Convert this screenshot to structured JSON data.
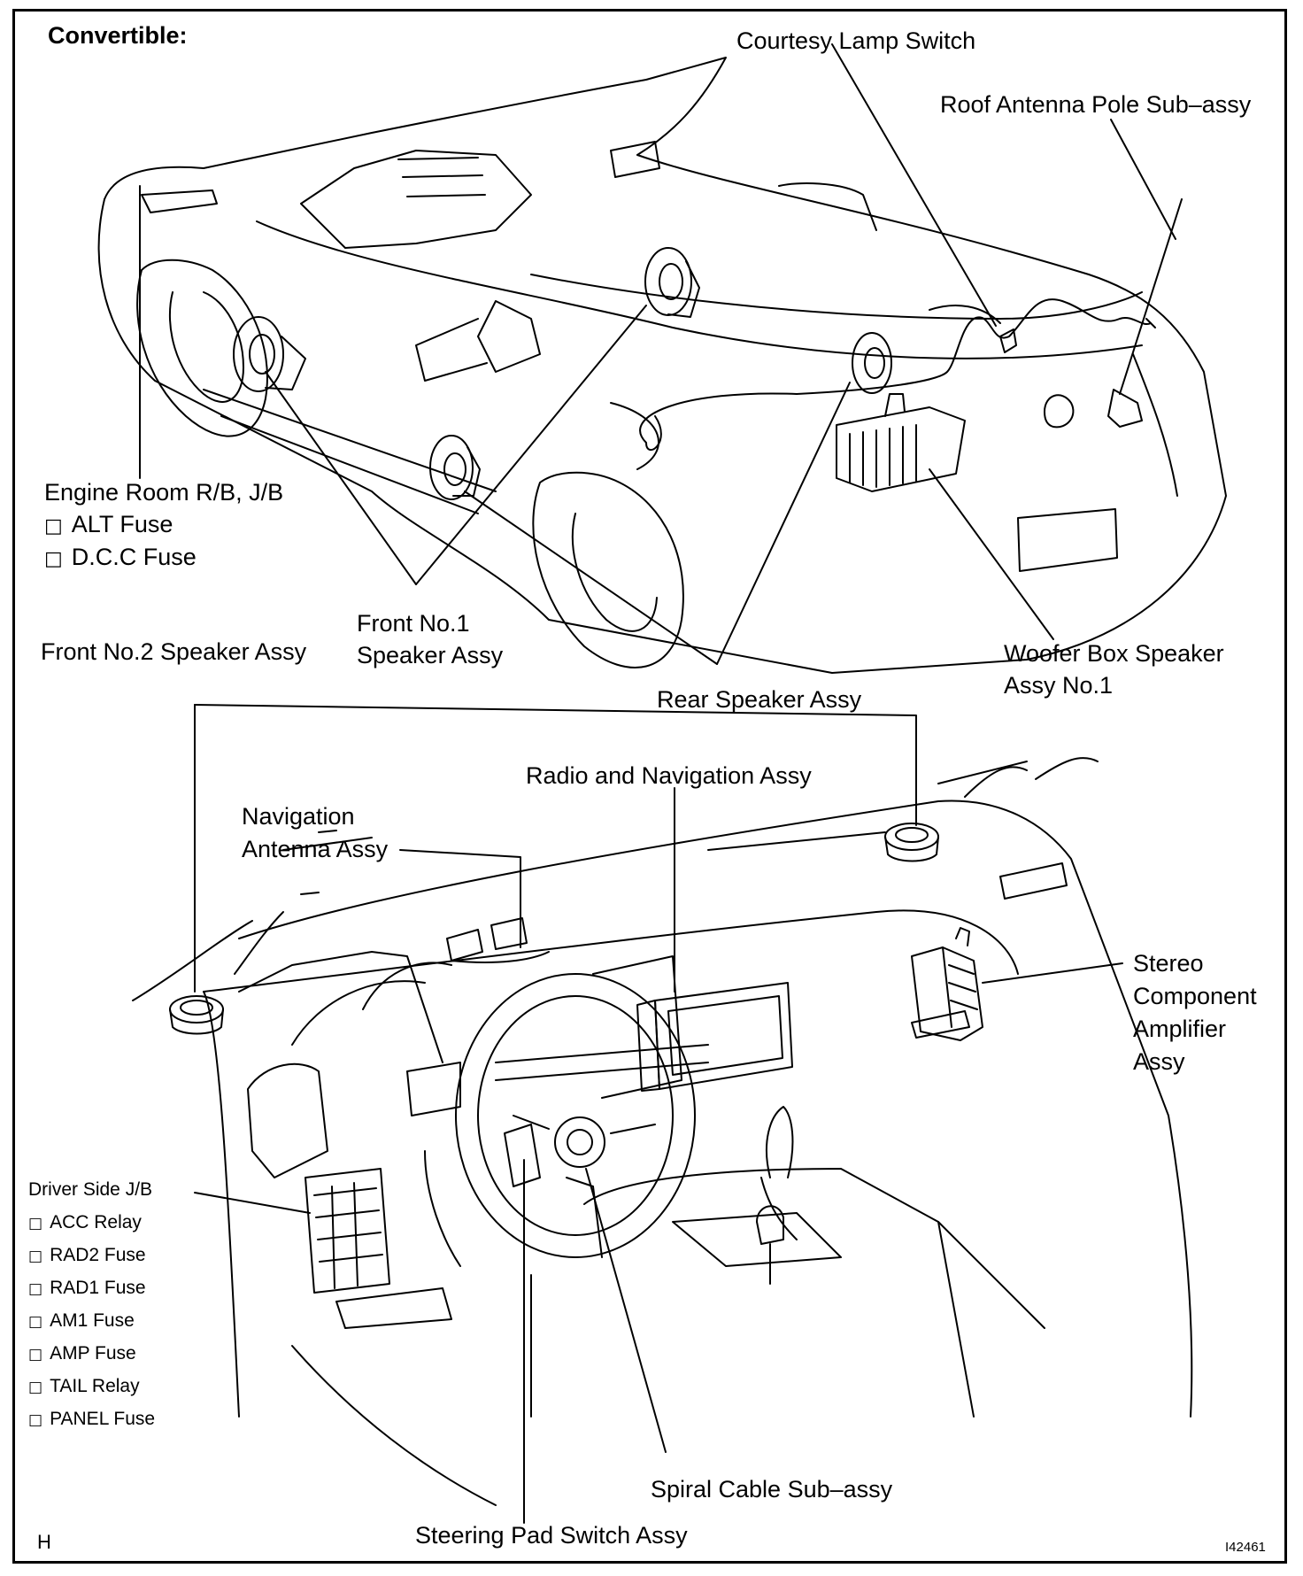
{
  "header": {
    "title": "Convertible:"
  },
  "top_labels": {
    "courtesy_lamp": "Courtesy Lamp Switch",
    "roof_antenna": "Roof Antenna Pole Sub–assy",
    "engine_room_title": "Engine Room R/B, J/B",
    "engine_room_items": [
      "ALT Fuse",
      "D.C.C Fuse"
    ],
    "front_no1_line1": "Front No.1",
    "front_no1_line2": "Speaker Assy",
    "front_no2": "Front No.2 Speaker Assy",
    "woofer_line1": "Woofer Box Speaker",
    "woofer_line2": "Assy No.1",
    "rear_speaker": "Rear Speaker Assy"
  },
  "bottom_labels": {
    "radio_nav": "Radio and Navigation Assy",
    "nav_antenna_line1": "Navigation",
    "nav_antenna_line2": "Antenna Assy",
    "stereo_lines": [
      "Stereo",
      "Component",
      "Amplifier",
      "Assy"
    ],
    "driver_jb_title": "Driver Side J/B",
    "driver_jb_items": [
      "ACC Relay",
      "RAD2 Fuse",
      "RAD1 Fuse",
      "AM1 Fuse",
      "AMP Fuse",
      "TAIL Relay",
      "PANEL Fuse"
    ],
    "spiral_cable": "Spiral Cable Sub–assy",
    "steering_pad": "Steering Pad Switch Assy"
  },
  "footer": {
    "left_mark": "H",
    "figure_id": "I42461"
  },
  "checkbox_glyph": "□",
  "colors": {
    "line": "#000000",
    "background": "#ffffff"
  }
}
